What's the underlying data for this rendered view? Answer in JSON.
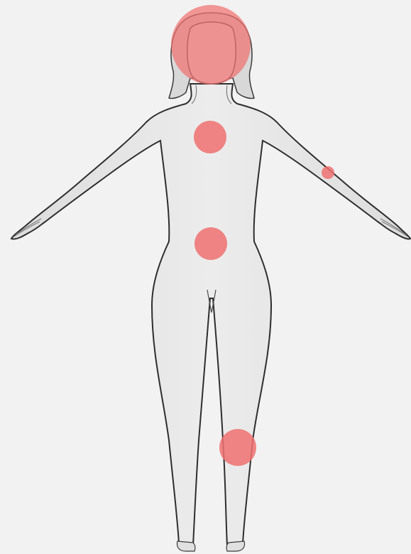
{
  "colors": {
    "background": "#f2f2f2",
    "body_fill": "#e6e6e6",
    "body_outline": "#3a3a3a",
    "marker": "#f07070"
  },
  "figure": {
    "description_icon": "female-body-front-view"
  },
  "markers": [
    {
      "region": "head"
    },
    {
      "region": "chest"
    },
    {
      "region": "left-forearm"
    },
    {
      "region": "abdomen"
    },
    {
      "region": "left-knee"
    }
  ]
}
